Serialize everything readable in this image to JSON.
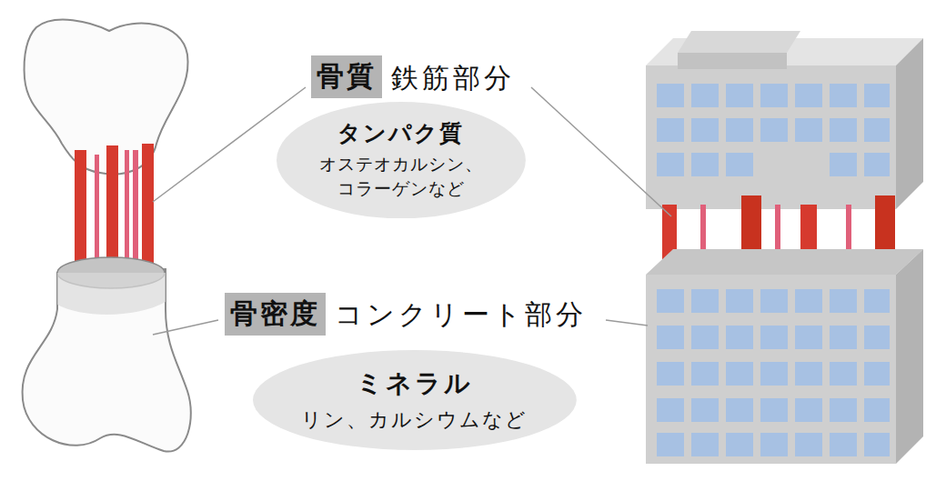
{
  "diagram": {
    "nodes": [
      {
        "text": [
          "骨質"
        ]
      },
      {
        "text": [
          "タンパク質",
          "オステオカルシン、 コラーゲンなど"
        ]
      },
      {
        "text": [
          "骨密度"
        ]
      },
      {
        "text": [
          "ミネラル",
          "リン、カルシウムなど"
        ]
      }
    ],
    "labels": [
      "鉄筋部分",
      "コンクリート部分"
    ]
  }
}
